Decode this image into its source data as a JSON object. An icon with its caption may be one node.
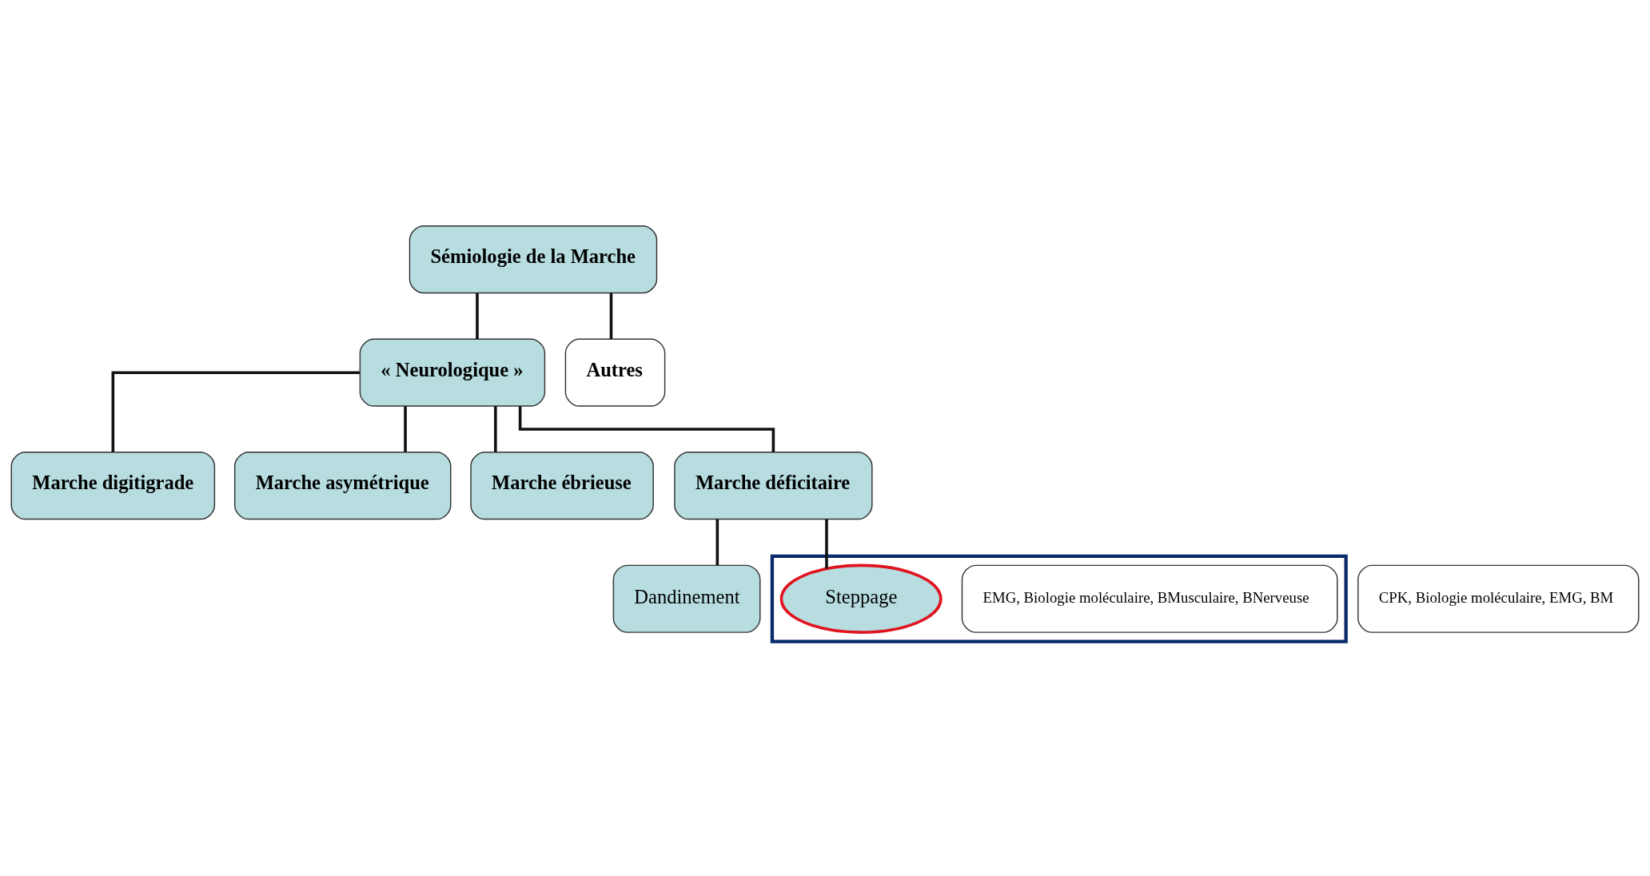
{
  "diagram": {
    "nodes": [
      {
        "text": [
          "Sémiologie de la Marche"
        ]
      },
      {
        "text": [
          "« Neurologique »"
        ]
      },
      {
        "text": [
          "Autres"
        ]
      },
      {
        "text": [
          "Marche digitigrade"
        ]
      },
      {
        "text": [
          "Marche asymétrique"
        ]
      },
      {
        "text": [
          "Marche ébrieuse"
        ]
      },
      {
        "text": [
          "Marche déficitaire"
        ]
      },
      {
        "text": [
          "CPK, Biologie moléculaire, EMG, BM"
        ]
      },
      {
        "text": [
          "Dandinement"
        ]
      },
      {
        "text": [],
        "shape": "box"
      },
      {
        "text": [
          "EMG, Biologie moléculaire, BMusculaire, BNerveuse"
        ],
        "in": 9
      },
      {
        "text": [
          "Steppage"
        ],
        "in": 9
      }
    ],
    "edges": [
      {
        "from": 0,
        "to": 1,
        "arrow": "none"
      },
      {
        "from": 0,
        "to": 2,
        "arrow": "none"
      },
      {
        "from": 1,
        "to": 3,
        "arrow": "none"
      },
      {
        "from": 1,
        "to": 4,
        "arrow": "none"
      },
      {
        "from": 1,
        "to": 5,
        "arrow": "none"
      },
      {
        "from": 1,
        "to": 6,
        "arrow": "none"
      },
      {
        "from": 6,
        "to": 8,
        "arrow": "none"
      },
      {
        "from": 6,
        "to": 11,
        "arrow": "none"
      }
    ]
  }
}
